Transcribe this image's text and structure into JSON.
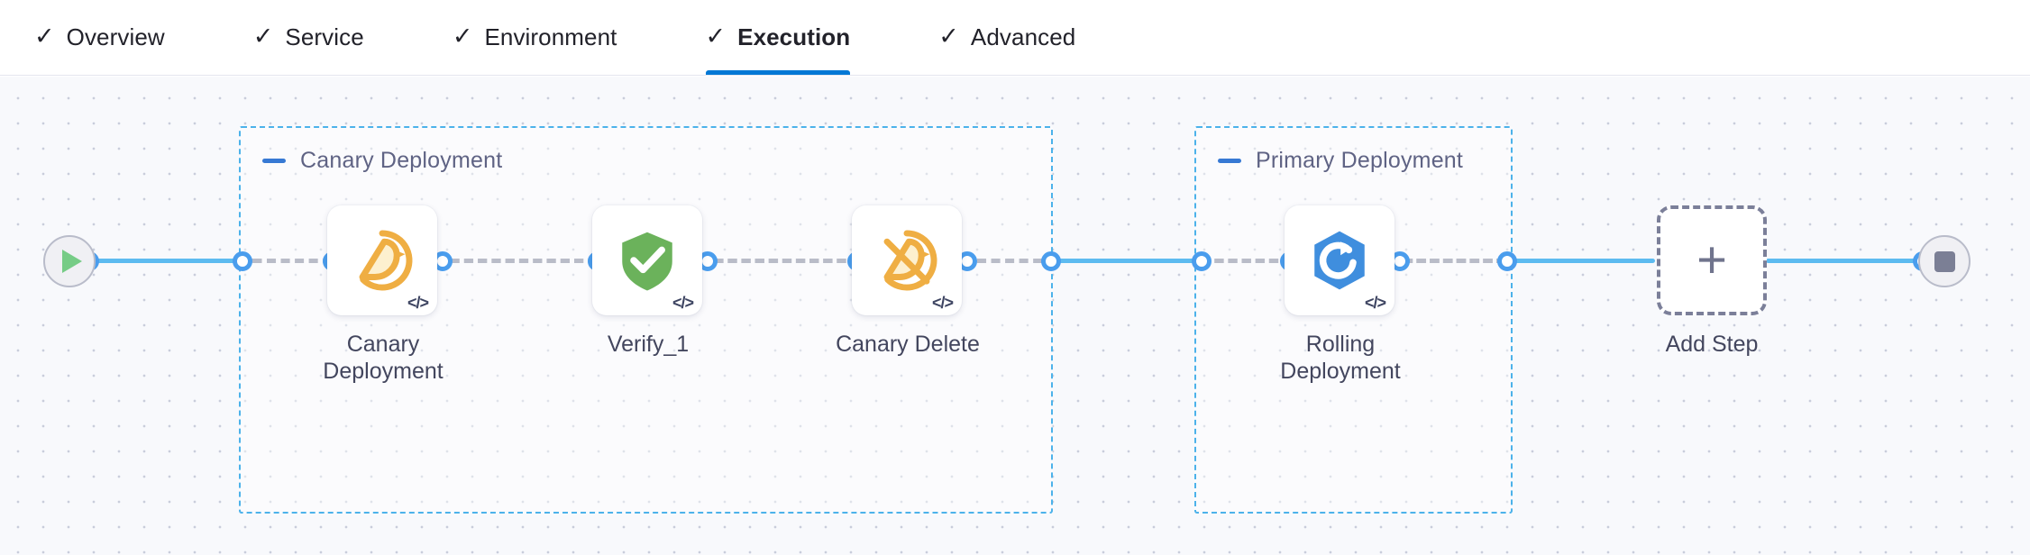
{
  "tabs": [
    {
      "label": "Overview",
      "icon": "check-icon",
      "active": false
    },
    {
      "label": "Service",
      "icon": "check-icon",
      "active": false
    },
    {
      "label": "Environment",
      "icon": "check-icon",
      "active": false
    },
    {
      "label": "Execution",
      "icon": "check-icon",
      "active": true
    },
    {
      "label": "Advanced",
      "icon": "check-icon",
      "active": false
    }
  ],
  "check_glyph": "✓",
  "colors": {
    "accent_blue": "#0278d5",
    "connector_blue": "#5dbbf0",
    "connector_gray": "#b9bcc8",
    "group_border": "#4cb2ea",
    "canvas_bg": "#f8f9fc",
    "canary_orange": "#eeab3d",
    "verify_green": "#6bb25b",
    "rolling_blue": "#3f8ede",
    "start_green": "#76cc86",
    "stop_gray": "#7b7f95"
  },
  "canvas": {
    "start_node": {
      "name": "start",
      "icon": "play-icon"
    },
    "end_node": {
      "name": "end",
      "icon": "stop-icon"
    },
    "add_step": {
      "label": "Add Step",
      "icon": "plus-icon"
    },
    "groups": [
      {
        "title": "Canary Deployment",
        "collapse_icon": "minus-icon"
      },
      {
        "title": "Primary Deployment",
        "collapse_icon": "minus-icon"
      }
    ],
    "steps": [
      {
        "label": "Canary\nDeployment",
        "icon": "canary-bird-icon",
        "badge": "</>"
      },
      {
        "label": "Verify_1",
        "icon": "shield-check-icon",
        "badge": "</>"
      },
      {
        "label": "Canary Delete",
        "icon": "canary-bird-delete-icon",
        "badge": "</>"
      },
      {
        "label": "Rolling\nDeployment",
        "icon": "rolling-deployment-icon",
        "badge": "</>"
      }
    ]
  }
}
